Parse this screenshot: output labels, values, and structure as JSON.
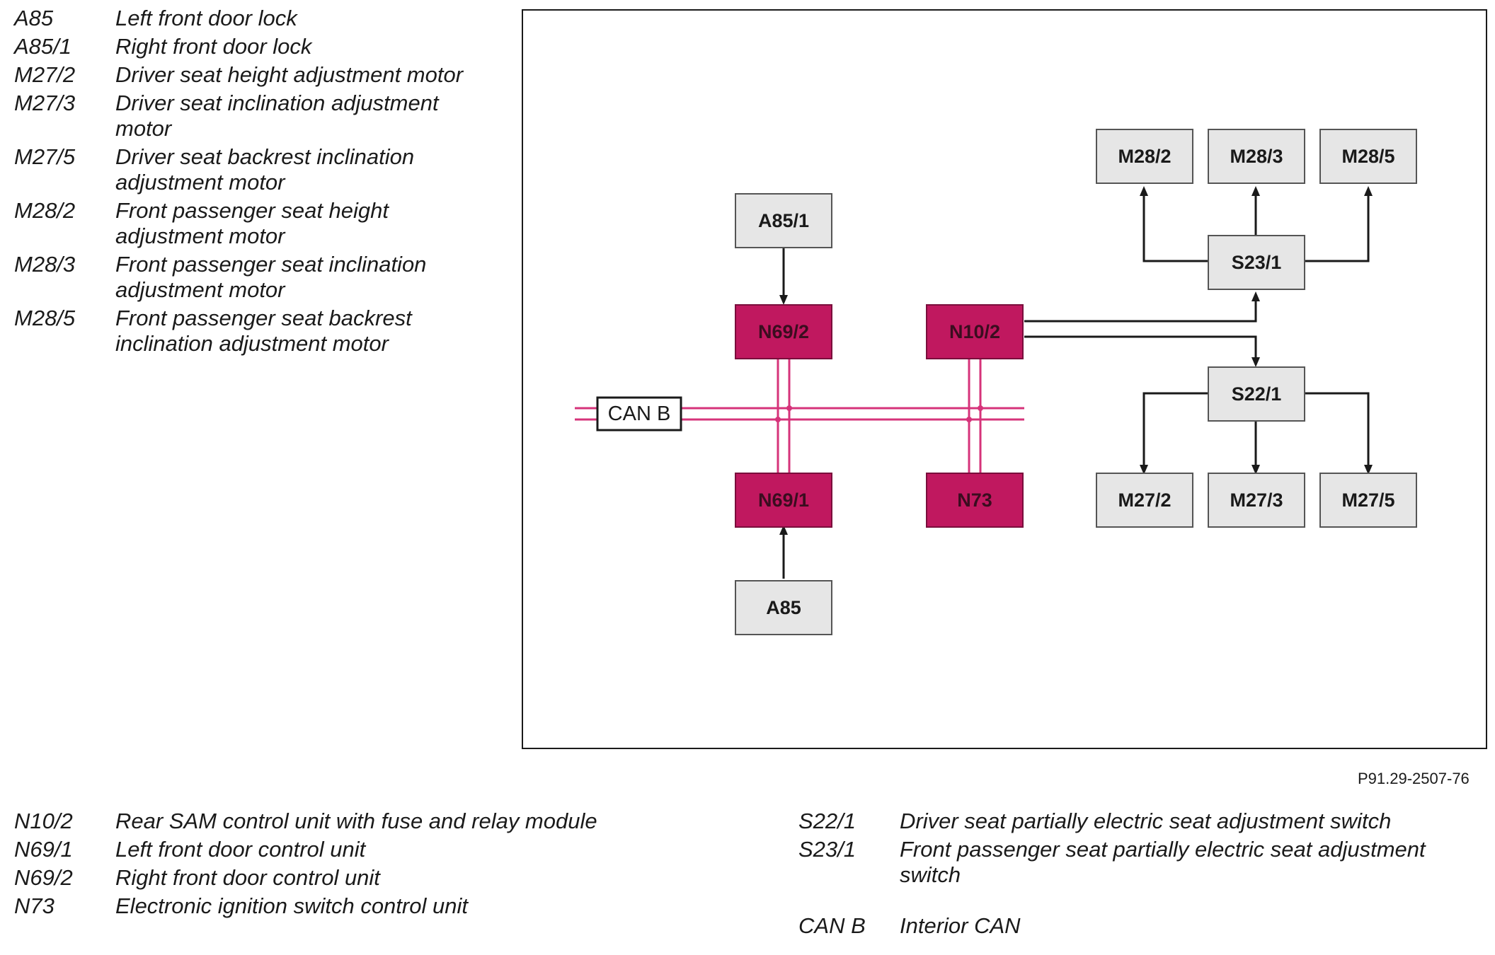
{
  "legend_top": [
    {
      "code": "A85",
      "text": "Left front door lock"
    },
    {
      "code": "A85/1",
      "text": "Right front door lock"
    },
    {
      "code": "M27/2",
      "text": "Driver seat height adjustment motor"
    },
    {
      "code": "M27/3",
      "text": "Driver seat inclination adjustment motor"
    },
    {
      "code": "M27/5",
      "text": "Driver seat backrest inclination adjustment motor"
    },
    {
      "code": "M28/2",
      "text": "Front passenger seat height adjustment motor"
    },
    {
      "code": "M28/3",
      "text": "Front passenger seat inclination adjustment motor"
    },
    {
      "code": "M28/5",
      "text": "Front passenger seat backrest inclination adjustment motor"
    }
  ],
  "legend_bottom_left": [
    {
      "code": "N10/2",
      "text": "Rear SAM control unit with fuse and relay module"
    },
    {
      "code": "N69/1",
      "text": "Left front door control unit"
    },
    {
      "code": "N69/2",
      "text": "Right front door control unit"
    },
    {
      "code": "N73",
      "text": "Electronic ignition switch control unit"
    }
  ],
  "legend_bottom_right": [
    {
      "code": "S22/1",
      "text": "Driver seat partially electric seat adjustment switch"
    },
    {
      "code": "S23/1",
      "text": "Front passenger seat partially electric seat adjustment switch"
    },
    {
      "code": "CAN B",
      "text": "Interior CAN"
    }
  ],
  "figure_id": "P91.29-2507-76",
  "diagram": {
    "bus_label": "CAN B",
    "nodes": {
      "A85_1": "A85/1",
      "N69_2": "N69/2",
      "N10_2": "N10/2",
      "N69_1": "N69/1",
      "N73": "N73",
      "A85": "A85",
      "M28_2": "M28/2",
      "M28_3": "M28/3",
      "M28_5": "M28/5",
      "S23_1": "S23/1",
      "S22_1": "S22/1",
      "M27_2": "M27/2",
      "M27_3": "M27/3",
      "M27_5": "M27/5"
    },
    "colors": {
      "control_unit": "#c0185f",
      "component": "#e6e6e6",
      "can_bus": "#d6337a"
    }
  }
}
